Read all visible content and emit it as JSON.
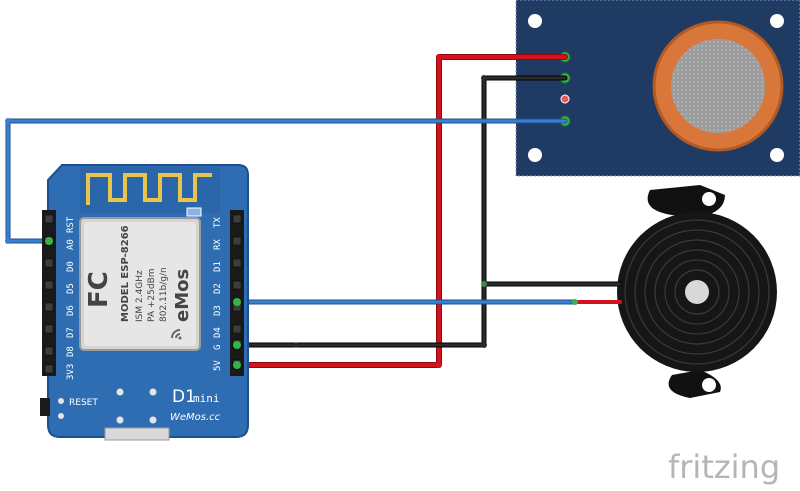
{
  "board": {
    "brand": "WeMos",
    "brand_short": "eMos",
    "model": "MODEL ESP-8266",
    "line1": "ISM 2.4GHz",
    "line2": "PA +25dBm",
    "line3": "802.11b/g/n",
    "fcc": "FC",
    "title": "D1",
    "title_suffix": "mini",
    "url": "WeMos.cc",
    "reset_label": "RESET",
    "left_pins": [
      "RST",
      "A0",
      "D0",
      "D5",
      "D6",
      "D7",
      "D8",
      "3V3"
    ],
    "right_pins": [
      "TX",
      "RX",
      "D1",
      "D2",
      "D3",
      "D4",
      "G",
      "5V"
    ]
  },
  "watermark": "fritzing",
  "colors": {
    "board_blue": "#2f6db3",
    "sensor_blue": "#1f3a63",
    "wire_red": "#d4121d",
    "wire_black": "#222222",
    "wire_blue": "#3a7fd0",
    "pin_green": "#35b44a",
    "sensor_orange": "#d9773a"
  }
}
